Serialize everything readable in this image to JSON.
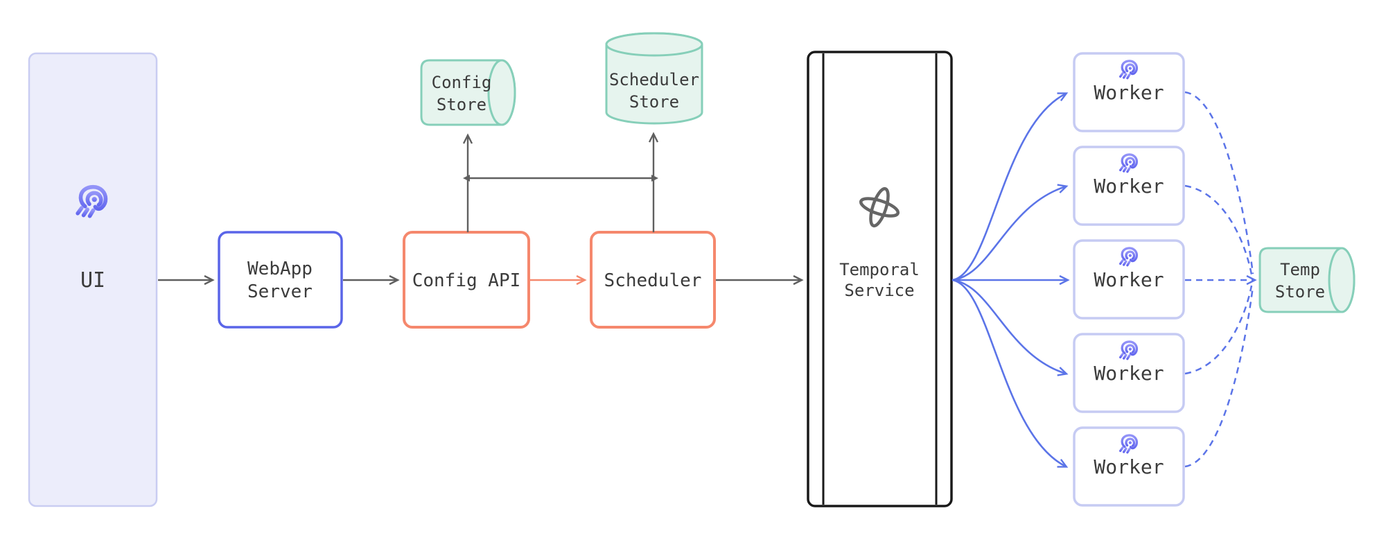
{
  "diagram": {
    "ui": {
      "label": "UI"
    },
    "webapp_server": {
      "label_line1": "WebApp",
      "label_line2": "Server"
    },
    "config_api": {
      "label": "Config API"
    },
    "scheduler": {
      "label": "Scheduler"
    },
    "config_store": {
      "label_line1": "Config",
      "label_line2": "Store"
    },
    "scheduler_store": {
      "label_line1": "Scheduler",
      "label_line2": "Store"
    },
    "temporal_service": {
      "label_line1": "Temporal",
      "label_line2": "Service"
    },
    "workers": [
      {
        "label": "Worker"
      },
      {
        "label": "Worker"
      },
      {
        "label": "Worker"
      },
      {
        "label": "Worker"
      },
      {
        "label": "Worker"
      }
    ],
    "temp_store": {
      "label_line1": "Temp",
      "label_line2": "Store"
    }
  },
  "icons": {
    "airbyte_logo": "airbyte-octopus-icon",
    "temporal_logo": "temporal-pinwheel-icon"
  },
  "colors": {
    "background": "#FFFFFF",
    "ui_panel_fill": "#ECEDFB",
    "ui_panel_border": "#C9CDF2",
    "webapp_border": "#5A65E8",
    "api_scheduler_border": "#F5886D",
    "store_fill": "#E6F4EE",
    "store_border": "#86CFB9",
    "temporal_border": "#1A1A1A",
    "worker_border": "#C6CBF3",
    "arrow_gray": "#5F5F5F",
    "arrow_salmon": "#F5886D",
    "arrow_blue": "#5B74E8",
    "logo_purple": "#7276F2",
    "text": "#3B3B3B"
  }
}
